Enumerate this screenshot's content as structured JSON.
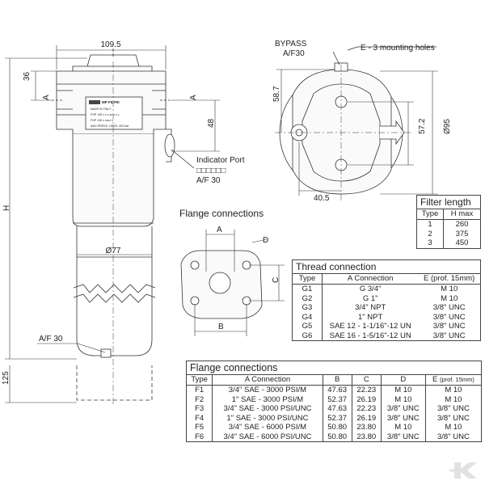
{
  "main_view": {
    "dim_width": "109.5",
    "dim_36": "36",
    "dim_48": "48",
    "dim_h": "H",
    "dim_125": "125",
    "dim_diameter_77": "Ø77",
    "port_a_left": "A",
    "port_a_right": "A",
    "af30_bottom": "A/F 30",
    "indicator_port": "Indicator Port",
    "indicator_symbols": "□□□□□□",
    "indicator_af": "A/F 30",
    "label_brand": "MP FILTRI",
    "label_made": "MADE IN ITALY",
    "label_code1": "FHP 135 x x x xx x x x",
    "label_code2": "FHP 135 x xxxx x",
    "label_pressure": "MAX.PRESS. OPER. 420 bar"
  },
  "top_view": {
    "bypass": "BYPASS",
    "bypass_af": "A/F30",
    "mounting_holes": "E - 3 mounting holes",
    "dim_58_7": "58.7",
    "dim_57_2": "57.2",
    "dim_diameter_95": "Ø95",
    "dim_40_5": "40.5"
  },
  "flange_drawing": {
    "title": "Flange connections",
    "label_a": "A",
    "label_b": "B",
    "label_c": "C",
    "label_d": "D"
  },
  "filter_length": {
    "title": "Filter length",
    "headers": [
      "Type",
      "H max"
    ],
    "rows": [
      [
        "1",
        "260"
      ],
      [
        "2",
        "375"
      ],
      [
        "3",
        "450"
      ]
    ]
  },
  "thread_connection": {
    "title": "Thread connection",
    "headers": [
      "Type",
      "A  Connection",
      "E (prof. 15mm)"
    ],
    "rows": [
      [
        "G1",
        "G 3/4\"",
        "M 10"
      ],
      [
        "G2",
        "G 1\"",
        "M 10"
      ],
      [
        "G3",
        "3/4\" NPT",
        "3/8\" UNC"
      ],
      [
        "G4",
        "1\" NPT",
        "3/8\" UNC"
      ],
      [
        "G5",
        "SAE 12 - 1-1/16\"-12 UN",
        "3/8\" UNC"
      ],
      [
        "G6",
        "SAE 16 - 1-5/16\"-12 UN",
        "3/8\" UNC"
      ]
    ]
  },
  "flange_table": {
    "title": "Flange connections",
    "headers": [
      "Type",
      "A  Connection",
      "B",
      "C",
      "D",
      "E",
      "(prof. 15mm)"
    ],
    "rows": [
      [
        "F1",
        "3/4\" SAE - 3000 PSI/M",
        "47.63",
        "22.23",
        "M 10",
        "M 10"
      ],
      [
        "F2",
        "1\" SAE - 3000 PSI/M",
        "52.37",
        "26.19",
        "M 10",
        "M 10"
      ],
      [
        "F3",
        "3/4\" SAE - 3000 PSI/UNC",
        "47.63",
        "22.23",
        "3/8\" UNC",
        "3/8\" UNC"
      ],
      [
        "F4",
        "1\" SAE - 3000 PSI/UNC",
        "52.37",
        "26.19",
        "3/8\" UNC",
        "3/8\" UNC"
      ],
      [
        "F5",
        "3/4\" SAE - 6000 PSI/M",
        "50.80",
        "23.80",
        "M 10",
        "M 10"
      ],
      [
        "F6",
        "3/4\" SAE - 6000 PSI/UNC",
        "50.80",
        "23.80",
        "3/8\" UNC",
        "3/8\" UNC"
      ]
    ]
  },
  "watermark_letter": "K"
}
